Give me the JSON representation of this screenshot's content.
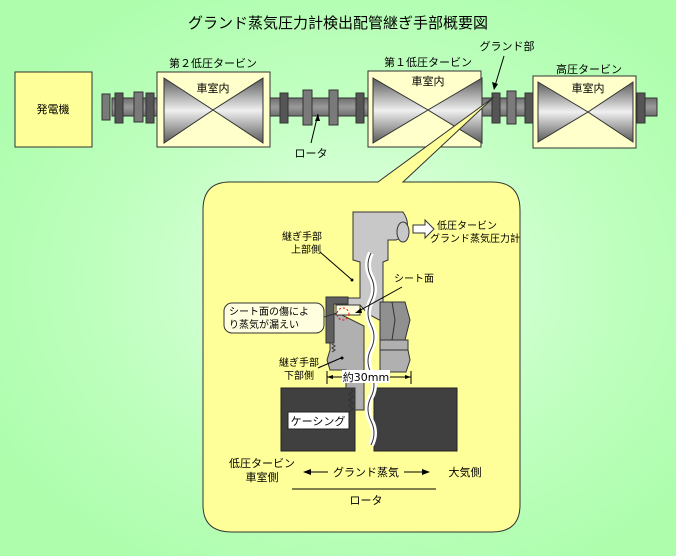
{
  "title": "グランド蒸気圧力計検出配管継ぎ手部概要図",
  "overview": {
    "generator": "発電機",
    "lp2_turbine": "第２低圧タービン",
    "lp1_turbine": "第１低圧タービン",
    "hp_turbine": "高圧タービン",
    "casing_inside": "車室内",
    "rotor": "ロータ",
    "gland": "グランド部"
  },
  "detail": {
    "upper_joint_line1": "継ぎ手部",
    "upper_joint_line2": "上部側",
    "lower_joint_line1": "継ぎ手部",
    "lower_joint_line2": "下部側",
    "seat_face": "シート面",
    "leak_note_line1": "シート面の傷によ",
    "leak_note_line2": "り蒸気が漏えい",
    "gauge_line1": "低圧タービン",
    "gauge_line2": "グランド蒸気圧力計",
    "dimension": "約30mm",
    "casing": "ケーシング",
    "lp_side_line1": "低圧タービン",
    "lp_side_line2": "車室側",
    "gland_steam": "グランド蒸気",
    "atmosphere_side": "大気側",
    "rotor": "ロータ"
  },
  "colors": {
    "generator_fill": "#ffff99",
    "casing_fill": "#ffffcc",
    "callout_fill": "#ffff99",
    "shaft": "#808080",
    "dark_casing": "#404040",
    "leak_mark": "#ff0000"
  }
}
